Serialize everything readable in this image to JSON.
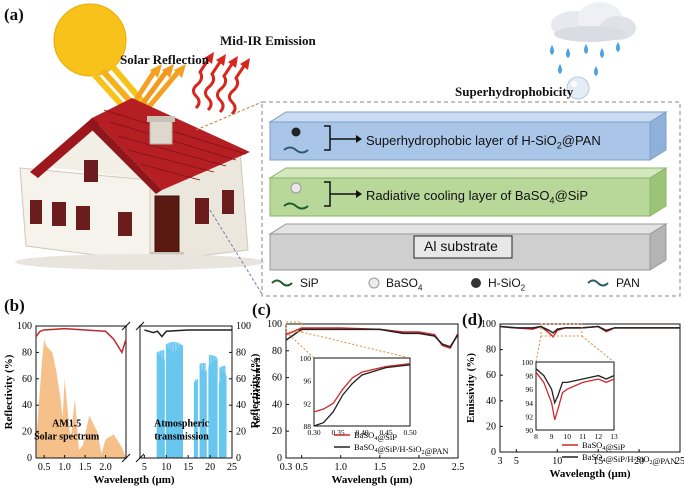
{
  "panel_a": {
    "label": "(a)",
    "solar_reflection": "Solar Reflection",
    "midir_emission": "Mid-IR Emission",
    "superhydrophobicity": "Superhydrophobicity",
    "layer1_prefix": "Superhydrophobic layer of H-SiO",
    "layer1_sub": "2",
    "layer1_suffix": "@PAN",
    "layer2_prefix": "Radiative cooling layer of BaSO",
    "layer2_sub": "4",
    "layer2_suffix": "@SiP",
    "layer3": "Al substrate",
    "legend": {
      "sip": "SiP",
      "baso4_prefix": "BaSO",
      "baso4_sub": "4",
      "hsio2_prefix": "H-SiO",
      "hsio2_sub": "2",
      "pan": "PAN"
    },
    "colors": {
      "roof": "#b51f24",
      "wall": "#f1ede4",
      "layer_blue": "#a9c6e8",
      "layer_green": "#b8d89a",
      "layer_gray": "#cfcfcf",
      "sun": "#f7c21a",
      "arrow_red": "#d9261c",
      "drop_blue": "#4aa3df"
    }
  },
  "chart_data": [
    {
      "type": "area",
      "label": "(b)",
      "ylabel_left": "Reflectivity (%)",
      "ylabel_right": "Emissivity (%)",
      "xlabel": "Wavelength (μm)",
      "segments": [
        {
          "xlim": [
            0.3,
            2.5
          ],
          "ticks": [
            "0.5",
            "1.0",
            "1.5",
            "2.0"
          ]
        },
        {
          "xlim": [
            4,
            25
          ],
          "ticks": [
            "5",
            "10",
            "15",
            "20",
            "25"
          ]
        }
      ],
      "ylim": [
        0,
        100
      ],
      "yticks_left": [
        "0",
        "20",
        "40",
        "60",
        "80",
        "100"
      ],
      "yticks_right": [
        "0",
        "20",
        "40",
        "60",
        "80",
        "100"
      ],
      "annotation_solar_1": "AM1.5",
      "annotation_solar_2": "Solar spectrum",
      "annotation_atm_1": "Atmospheric",
      "annotation_atm_2": "transmission",
      "series": [
        {
          "color": "#c0282d",
          "x": [
            0.3,
            0.4,
            0.5,
            1.0,
            1.5,
            2.0,
            2.2,
            2.4,
            2.5
          ],
          "values": [
            92,
            96,
            97,
            98,
            97,
            96,
            90,
            80,
            90
          ]
        },
        {
          "color": "#222222",
          "x": [
            5,
            7,
            8,
            9,
            10,
            15,
            20,
            25
          ],
          "values": [
            97,
            95,
            96,
            92,
            96,
            97,
            97,
            97
          ]
        }
      ],
      "colors": {
        "solar": "#f5c08a",
        "atm": "#69c7ef"
      }
    },
    {
      "type": "line",
      "label": "(c)",
      "ylabel": "Reflectivity (%)",
      "xlabel": "Wavelength (μm)",
      "xlim": [
        0.3,
        2.5
      ],
      "ylim": [
        0,
        100
      ],
      "xticks": [
        "0.3",
        "0.5",
        "1.0",
        "1.5",
        "2.0",
        "2.5"
      ],
      "yticks": [
        "0",
        "20",
        "40",
        "60",
        "80",
        "100"
      ],
      "series": [
        {
          "name": "BaSO4@SiP",
          "color": "#d0272c",
          "x": [
            0.3,
            0.5,
            1.0,
            1.5,
            1.8,
            2.0,
            2.2,
            2.3,
            2.4,
            2.5
          ],
          "values": [
            92,
            97,
            97,
            96,
            94,
            94,
            92,
            84,
            82,
            93
          ]
        },
        {
          "name": "BaSO4@SiP/H-SiO2@PAN",
          "color": "#222222",
          "x": [
            0.3,
            0.5,
            1.0,
            1.5,
            1.8,
            2.0,
            2.2,
            2.3,
            2.4,
            2.5
          ],
          "values": [
            88,
            96,
            96,
            96,
            93,
            93,
            91,
            85,
            83,
            92
          ]
        }
      ],
      "legend": [
        {
          "prefix": "BaSO",
          "sub": "4",
          "suffix": "@SiP"
        },
        {
          "prefix": "BaSO",
          "sub": "4",
          "suffix": "@SiP/H-SiO",
          "sub2": "2",
          "suffix2": "@PAN"
        }
      ],
      "inset": {
        "xlim": [
          0.3,
          0.5
        ],
        "ylim": [
          88,
          100
        ],
        "xticks": [
          "0.30",
          "0.35",
          "0.40",
          "0.45",
          "0.50"
        ],
        "yticks": [
          "88",
          "92",
          "96",
          "100"
        ],
        "series": [
          {
            "color": "#d0272c",
            "x": [
              0.3,
              0.32,
              0.34,
              0.36,
              0.38,
              0.4,
              0.45,
              0.5
            ],
            "values": [
              90.5,
              91,
              92,
              94.5,
              96.5,
              97.5,
              98.5,
              99
            ]
          },
          {
            "color": "#222222",
            "x": [
              0.3,
              0.32,
              0.34,
              0.36,
              0.38,
              0.4,
              0.45,
              0.5
            ],
            "values": [
              88,
              88.6,
              90.5,
              93.5,
              95.5,
              97,
              98.3,
              98.8
            ]
          }
        ]
      }
    },
    {
      "type": "line",
      "label": "(d)",
      "ylabel": "Emissivity (%)",
      "xlabel": "Wavelength (μm)",
      "xlim": [
        3,
        25
      ],
      "ylim": [
        0,
        100
      ],
      "xticks": [
        "3",
        "5",
        "10",
        "15",
        "20",
        "25"
      ],
      "yticks": [
        "0",
        "20",
        "40",
        "60",
        "80",
        "100"
      ],
      "series": [
        {
          "name": "BaSO4@SiP",
          "color": "#d0272c",
          "x": [
            3,
            5,
            7,
            8,
            9,
            9.5,
            10,
            11,
            13,
            15,
            16,
            17,
            20,
            25
          ],
          "values": [
            98,
            97,
            96,
            98,
            93,
            90,
            95,
            97,
            97,
            98,
            94,
            97,
            97,
            97
          ]
        },
        {
          "name": "BaSO4@SiP/H-SiO2@PAN",
          "color": "#222222",
          "x": [
            3,
            5,
            7,
            8,
            9,
            9.5,
            10,
            11,
            13,
            15,
            16,
            17,
            20,
            25
          ],
          "values": [
            98,
            97,
            97,
            98,
            95,
            93,
            96,
            97,
            97,
            98,
            95,
            97,
            97,
            97
          ]
        }
      ],
      "legend": [
        {
          "prefix": "BaSO",
          "sub": "4",
          "suffix": "@SiP"
        },
        {
          "prefix": "BaSO",
          "sub": "4",
          "suffix": "@SiP/H-SiO",
          "sub2": "2",
          "suffix2": "@PAN"
        }
      ],
      "inset": {
        "xlim": [
          8,
          13
        ],
        "ylim": [
          90,
          100
        ],
        "xticks": [
          "8",
          "9",
          "10",
          "11",
          "12",
          "13"
        ],
        "yticks": [
          "90",
          "92",
          "94",
          "96",
          "98",
          "100"
        ],
        "series": [
          {
            "color": "#d0272c",
            "x": [
              8,
              8.5,
              9,
              9.2,
              9.4,
              9.7,
              10,
              11,
              12,
              12.5,
              13
            ],
            "values": [
              98.5,
              97,
              94,
              91.5,
              93,
              95.5,
              96,
              97,
              97.5,
              97,
              97.5
            ]
          },
          {
            "color": "#222222",
            "x": [
              8,
              8.5,
              9,
              9.2,
              9.4,
              9.7,
              10,
              11,
              12,
              12.5,
              13
            ],
            "values": [
              99,
              98,
              96,
              94,
              95,
              97,
              97,
              97.5,
              98,
              97.5,
              98
            ]
          }
        ]
      }
    }
  ]
}
